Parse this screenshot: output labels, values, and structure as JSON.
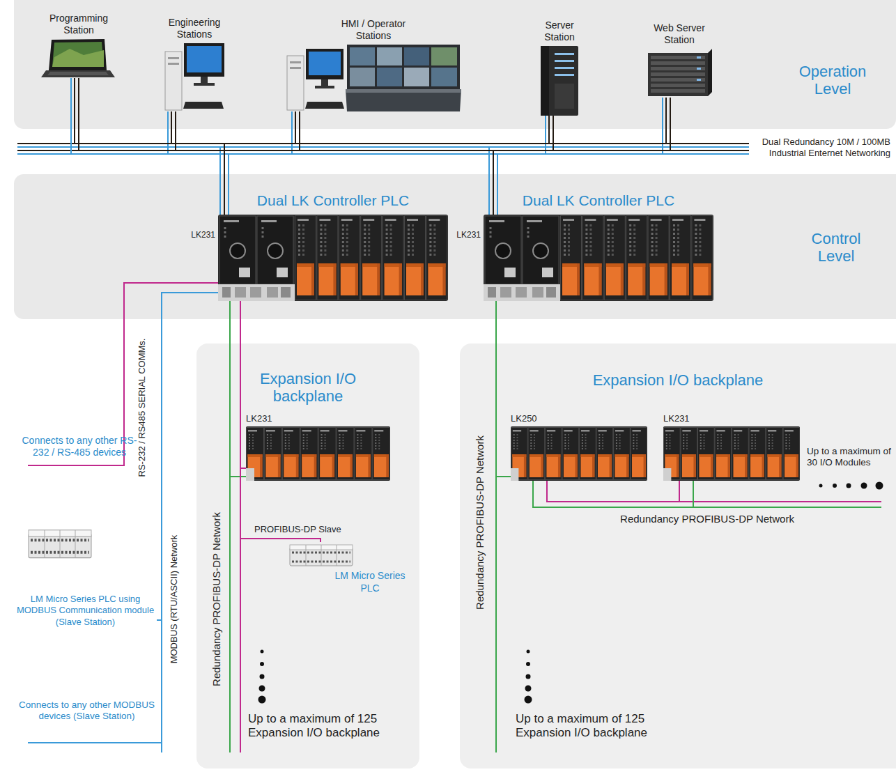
{
  "diagram": {
    "nodes": [
      {
        "text": [
          "Operation Level"
        ]
      },
      {
        "text": [
          "Programming Station"
        ],
        "in": 0
      },
      {
        "text": [
          "Engineering Stations"
        ],
        "in": 0
      },
      {
        "text": [
          "HMI / Operator Stations"
        ],
        "in": 0
      },
      {
        "text": [
          "Server Station"
        ],
        "in": 0
      },
      {
        "text": [
          "Web Server Station"
        ],
        "in": 0
      },
      {
        "text": [
          "Control Level"
        ]
      },
      {
        "text": [
          "Dual LK Controller PLC",
          "LK231"
        ],
        "in": 6
      },
      {
        "text": [
          "Dual LK Controller PLC",
          "LK231"
        ],
        "in": 6
      },
      {
        "text": [
          "Expansion I/O backplane"
        ]
      },
      {
        "text": [
          "LK231"
        ],
        "in": 9
      },
      {
        "text": [
          "LM Micro Series PLC"
        ],
        "in": 9
      },
      {
        "text": [
          "Expansion I/O backplane"
        ]
      },
      {
        "text": [
          "LK250"
        ],
        "in": 12
      },
      {
        "text": [
          "LK231"
        ],
        "in": 12
      },
      {
        "text": [
          "LM Micro Series PLC using MODBUS Communication module (Slave Station)"
        ]
      }
    ],
    "edges": [
      {
        "from": 1,
        "to": 7,
        "arrow": "none"
      },
      {
        "from": 1,
        "to": 8,
        "arrow": "none"
      },
      {
        "from": 2,
        "to": 7,
        "arrow": "none"
      },
      {
        "from": 2,
        "to": 8,
        "arrow": "none"
      },
      {
        "from": 3,
        "to": 7,
        "arrow": "none"
      },
      {
        "from": 3,
        "to": 8,
        "arrow": "none"
      },
      {
        "from": 4,
        "to": 7,
        "arrow": "none"
      },
      {
        "from": 4,
        "to": 8,
        "arrow": "none"
      },
      {
        "from": 5,
        "to": 7,
        "arrow": "none"
      },
      {
        "from": 5,
        "to": 8,
        "arrow": "none"
      },
      {
        "from": 7,
        "to": 10,
        "arrow": "none"
      },
      {
        "from": 7,
        "to": 11,
        "label": "PROFIBUS-DP Slave",
        "arrow": "none"
      },
      {
        "from": 7,
        "to": 15,
        "arrow": "none"
      },
      {
        "from": 8,
        "to": 13,
        "arrow": "none"
      },
      {
        "from": 13,
        "to": 14,
        "label": "Redundancy PROFIBUS-DP Network",
        "arrow": "none"
      }
    ],
    "labels": [
      "Dual Redundancy 10M / 100MB Industrial Enternet Networking",
      "RS-232 / RS485 SERIAL COMMs.",
      "Connects to any other RS-232 / RS-485 devices",
      "MODBUS (RTU/ASCII) Network",
      "Connects to any other MODBUS devices (Slave Station)",
      "Redundancy PROFIBUS-DP Network",
      "Up to a maximum of 125 Expansion I/O backplane",
      "Redundancy PROFIBUS-DP Network",
      "Up to a maximum of 30 I/O Modules",
      "Up to a maximum of 125 Expansion I/O backplane"
    ]
  }
}
